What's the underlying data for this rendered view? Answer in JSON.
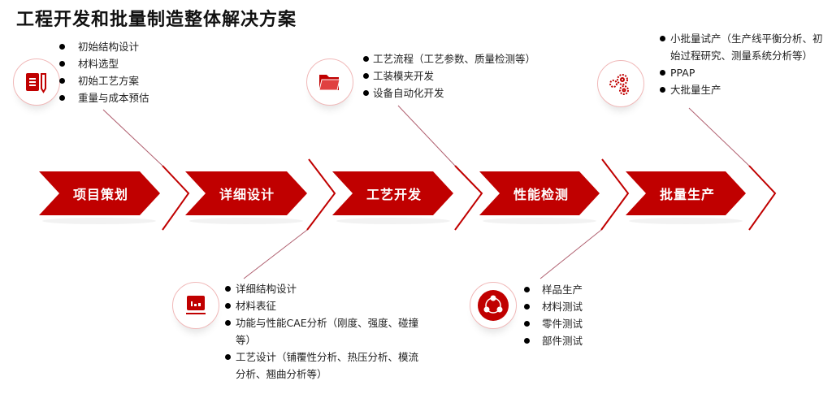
{
  "title": "工程开发和批量制造整体解决方案",
  "accent_color": "#c00000",
  "stages": [
    {
      "label": "项目策划",
      "icon": "notebook-pen-icon",
      "items": [
        "初始结构设计",
        "材料选型",
        "初始工艺方案",
        "重量与成本预估"
      ]
    },
    {
      "label": "详细设计",
      "icon": "monitor-chart-icon",
      "items": [
        "详细结构设计",
        "材料表征",
        "功能与性能CAE分析（刚度、强度、碰撞等）",
        "工艺设计（铺覆性分析、热压分析、模流分析、翘曲分析等）"
      ]
    },
    {
      "label": "工艺开发",
      "icon": "folder-icon",
      "items": [
        "工艺流程（工艺参数、质量检测等）",
        "工装模夹开发",
        "设备自动化开发"
      ]
    },
    {
      "label": "性能检测",
      "icon": "network-icon",
      "items": [
        "样品生产",
        "材料测试",
        "零件测试",
        "部件测试"
      ]
    },
    {
      "label": "批量生产",
      "icon": "gears-icon",
      "items": [
        "小批量试产（生产线平衡分析、初始过程研究、测量系统分析等）",
        "PPAP",
        "大批量生产"
      ]
    }
  ]
}
